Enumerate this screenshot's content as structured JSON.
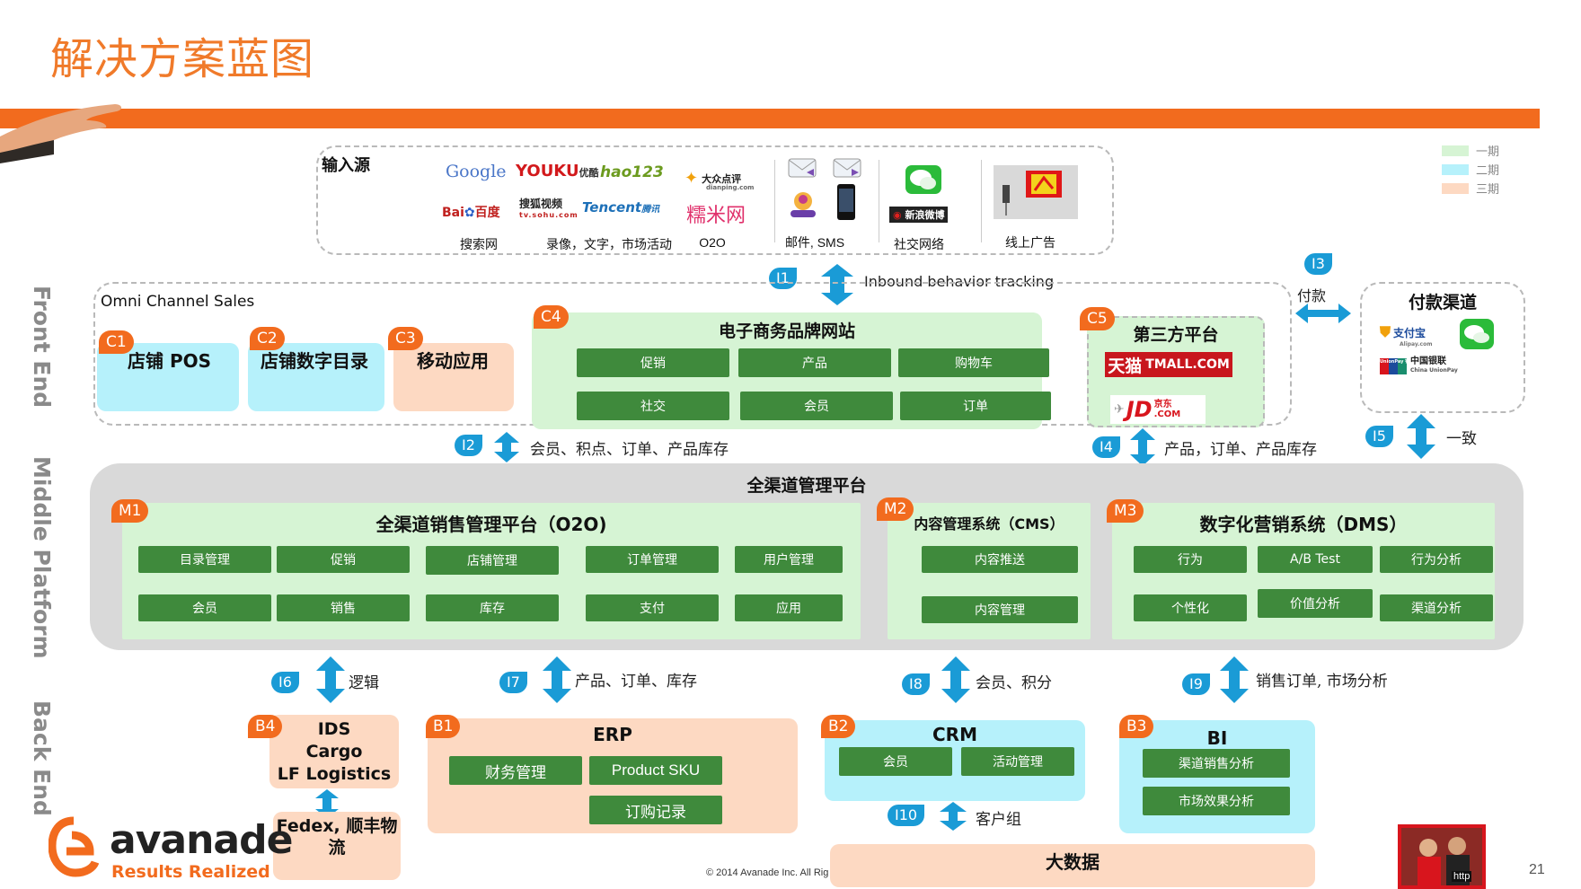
{
  "title": "解决方案蓝图",
  "side_labels": {
    "front": "Front End",
    "middle": "Middle Platform",
    "back": "Back End"
  },
  "legend": [
    {
      "label": "一期",
      "color": "#d6f4d4"
    },
    {
      "label": "二期",
      "color": "#b6f1fb"
    },
    {
      "label": "三期",
      "color": "#fdd9c2"
    }
  ],
  "input_sources": {
    "heading": "输入源",
    "logos": {
      "google": "Google",
      "baidu": "Bai",
      "baidu_cn": "百度",
      "youku": "YOUKU",
      "youku_cn": "优酷",
      "hao123": "hao123",
      "sohu": "搜狐视频",
      "sohu_url": "tv.sohu.com",
      "tencent": "Tencent",
      "tencent_cn": "腾讯",
      "dianping": "大众点评",
      "dianping_url": "dianping.com",
      "nuomi": "糯米网",
      "weibo": "新浪微博"
    },
    "labels": [
      "搜索网",
      "录像，文字，市场活动",
      "O2O",
      "邮件, SMS",
      "社交网络",
      "线上广告"
    ]
  },
  "i1": {
    "tag": "I1",
    "text": "Inbound behavior tracking"
  },
  "omni": {
    "heading": "Omni Channel Sales",
    "c1": {
      "tag": "C1",
      "label": "店铺 POS"
    },
    "c2": {
      "tag": "C2",
      "label": "店铺数字目录"
    },
    "c3": {
      "tag": "C3",
      "label": "移动应用"
    },
    "c4": {
      "tag": "C4",
      "label": "电子商务品牌网站",
      "buttons": [
        "促销",
        "产品",
        "购物车",
        "社交",
        "会员",
        "订单"
      ]
    },
    "c5": {
      "tag": "C5",
      "label": "第三方平台",
      "tmall": "天猫",
      "tmall_en": "TMALL.COM",
      "jd": "JD",
      "jd_cn": "京东",
      "jd_com": ".COM"
    }
  },
  "i3": {
    "tag": "I3",
    "text": "付款"
  },
  "payment": {
    "heading": "付款渠道",
    "alipay": "支付宝",
    "alipay_en": "Alipay.com",
    "unionpay": "中国银联",
    "unionpay_en": "China UnionPay",
    "unionpay_tag": "UnionPay 银联"
  },
  "i2": {
    "tag": "I2",
    "text": "会员、积点、订单、产品库存"
  },
  "i4": {
    "tag": "I4",
    "text": "产品，订单、产品库存"
  },
  "i5": {
    "tag": "I5",
    "text": "一致"
  },
  "platform": {
    "heading": "全渠道管理平台",
    "m1": {
      "tag": "M1",
      "label": "全渠道销售管理平台（O2O)",
      "buttons": [
        "目录管理",
        "促销",
        "店铺管理",
        "订单管理",
        "用户管理",
        "会员",
        "销售",
        "库存",
        "支付",
        "应用"
      ]
    },
    "m2": {
      "tag": "M2",
      "label": "内容管理系统（CMS）",
      "buttons": [
        "内容推送",
        "内容管理"
      ]
    },
    "m3": {
      "tag": "M3",
      "label": "数字化营销系统（DMS）",
      "buttons": [
        "行为",
        "A/B Test",
        "行为分析",
        "个性化",
        "价值分析",
        "渠道分析"
      ]
    }
  },
  "i6": {
    "tag": "I6",
    "text": "逻辑"
  },
  "i7": {
    "tag": "I7",
    "text": "产品、订单、库存"
  },
  "i8": {
    "tag": "I8",
    "text": "会员、积分"
  },
  "i9": {
    "tag": "I9",
    "text": "销售订单, 市场分析"
  },
  "b4": {
    "tag": "B4",
    "lines": [
      "IDS",
      "Cargo",
      "LF Logistics"
    ],
    "sub": "Fedex, 顺丰物流"
  },
  "b1": {
    "tag": "B1",
    "label": "ERP",
    "buttons": [
      "财务管理",
      "Product SKU",
      "订购记录"
    ]
  },
  "b2": {
    "tag": "B2",
    "label": "CRM",
    "buttons": [
      "会员",
      "活动管理"
    ]
  },
  "i10": {
    "tag": "I10",
    "text": "客户组"
  },
  "b3": {
    "tag": "B3",
    "label": "BI",
    "buttons": [
      "渠道销售分析",
      "市场效果分析"
    ]
  },
  "bigdata": "大数据",
  "brand": {
    "name": "avanade",
    "tagline": "Results Realized"
  },
  "copyright": "© 2014 Avanade Inc. All Rig",
  "photo_caption": "http",
  "page": "21"
}
